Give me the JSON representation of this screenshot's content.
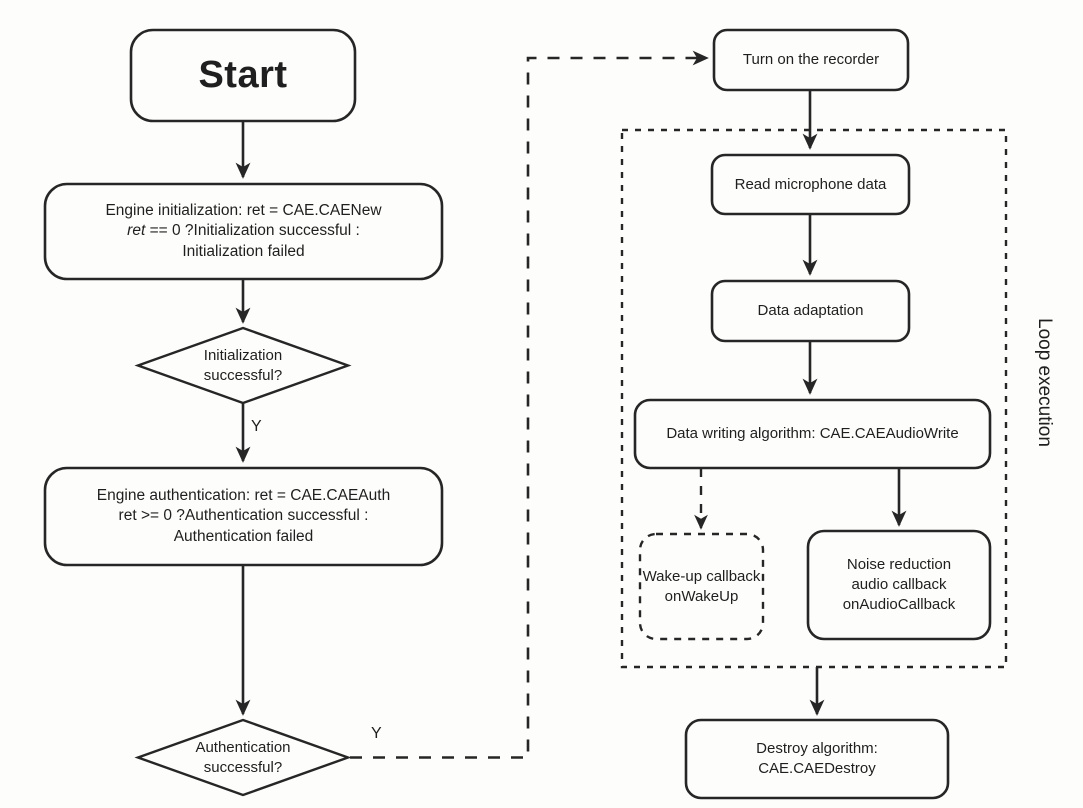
{
  "diagram": {
    "title": "CAE audio engine flowchart",
    "colors": {
      "background": "#fdfdfb",
      "stroke": "#262626",
      "node_fill": "#fdfdfb",
      "text": "#1f1f1f"
    },
    "nodes": {
      "start": {
        "label": "Start",
        "shape": "rounded-rect",
        "border": "solid"
      },
      "engine_init": {
        "line1": "Engine initialization: ret = CAE.CAENew",
        "line2_a": "ret",
        "line2_b": " == 0 ?Initialization successful :",
        "line3": "Initialization failed",
        "shape": "rounded-rect",
        "border": "solid"
      },
      "init_decision": {
        "line1": "Initialization",
        "line2": "successful?",
        "shape": "diamond",
        "border": "solid"
      },
      "engine_auth": {
        "line1": "Engine authentication: ret = CAE.CAEAuth",
        "line2": "ret >= 0 ?Authentication successful :",
        "line3": "Authentication failed",
        "shape": "rounded-rect",
        "border": "solid"
      },
      "auth_decision": {
        "line1": "Authentication",
        "line2": "successful?",
        "shape": "diamond",
        "border": "solid"
      },
      "turn_on_recorder": {
        "label": "Turn on the recorder",
        "shape": "rounded-rect",
        "border": "solid"
      },
      "read_mic": {
        "label": "Read microphone data",
        "shape": "rounded-rect",
        "border": "solid"
      },
      "data_adaptation": {
        "label": "Data adaptation",
        "shape": "rounded-rect",
        "border": "solid"
      },
      "data_write": {
        "label": "Data writing algorithm: CAE.CAEAudioWrite",
        "shape": "rounded-rect",
        "border": "solid"
      },
      "wakeup_callback": {
        "line1": "Wake-up callback",
        "line2": "onWakeUp",
        "shape": "rounded-rect",
        "border": "dashed"
      },
      "audio_callback": {
        "line1": "Noise reduction",
        "line2": "audio callback",
        "line3": "onAudioCallback",
        "shape": "rounded-rect",
        "border": "solid"
      },
      "destroy": {
        "line1": "Destroy algorithm:",
        "line2": "CAE.CAEDestroy",
        "shape": "rounded-rect",
        "border": "solid"
      }
    },
    "edge_labels": {
      "init_yes": "Y",
      "auth_yes": "Y"
    },
    "group_labels": {
      "loop_execution": "Loop execution"
    }
  }
}
